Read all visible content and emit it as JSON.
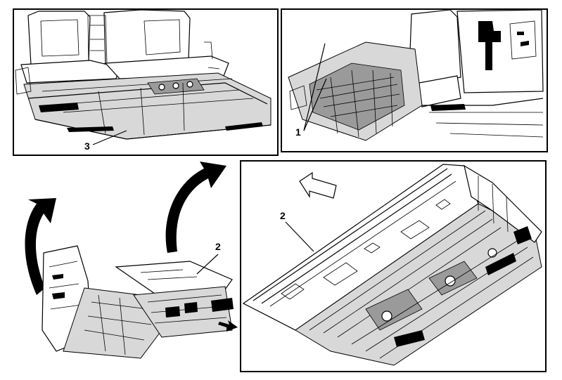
{
  "figure": {
    "callouts": {
      "panel_top_left": "3",
      "panel_top_right": "1",
      "panel_bottom_left": "2",
      "panel_bottom_right": "2"
    }
  }
}
